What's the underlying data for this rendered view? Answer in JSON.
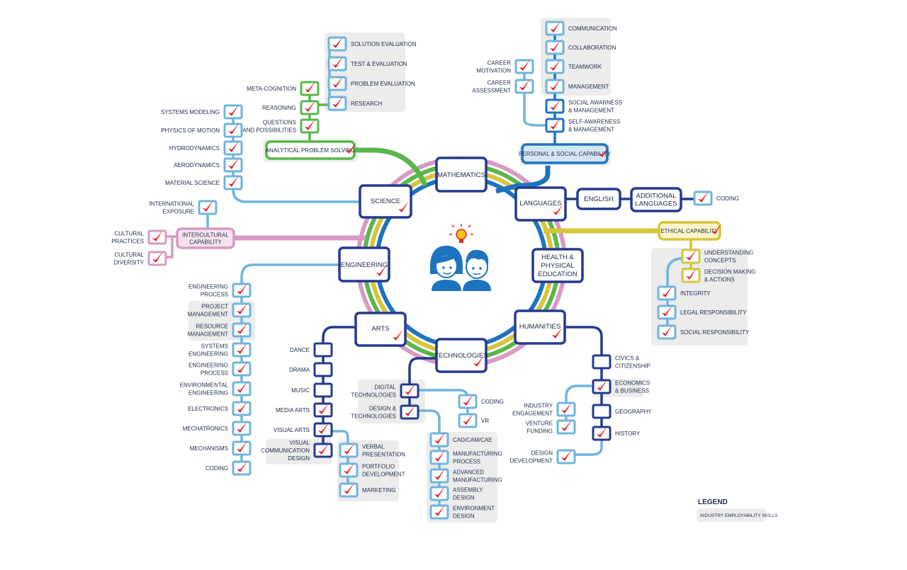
{
  "hubs": {
    "mathematics": "MATHEMATICS",
    "science": "SCIENCE",
    "languages": "LANGUAGES",
    "engineering": "ENGINEERING",
    "health": [
      "HEALTH &",
      "PHYSICAL",
      "EDUCATION"
    ],
    "arts": "ARTS",
    "humanities": "HUMANITIES",
    "technologies": "TECHNOLOGIES"
  },
  "categories": {
    "analytical": "ANALYTICAL PROBLEM SOLVING",
    "personal": "PERSONAL & SOCIAL CAPABILITY",
    "ethical": "ETHICAL CAPABILITY",
    "intercultural": [
      "INTERCULTURAL",
      "CAPABILITY"
    ],
    "english": "ENGLISH",
    "additional": [
      "ADDITIONAL",
      "LANGUAGES"
    ]
  },
  "items": {
    "solution_evaluation": [
      "SOLUTION EVALUATION"
    ],
    "test_evaluation": [
      "TEST & EVALUATION"
    ],
    "problem_evaluation": [
      "PROBLEM EVALUATION"
    ],
    "research": [
      "RESEARCH"
    ],
    "meta_cognition": [
      "META-COGNITION"
    ],
    "reasoning": [
      "REASONING"
    ],
    "questions": [
      "QUESTIONS",
      "AND POSSIBILITIES"
    ],
    "systems_modeling": [
      "SYSTEMS MODELING"
    ],
    "physics_of_motion": [
      "PHYSICS OF MOTION"
    ],
    "hydrodynamics": [
      "HYDRODYNAMICS"
    ],
    "aerodynamics": [
      "AERODYNAMICS"
    ],
    "material_science": [
      "MATERIAL SCIENCE"
    ],
    "communication": [
      "COMMUNICATION"
    ],
    "collaboration": [
      "COLLABORATION"
    ],
    "teamwork": [
      "TEAMWORK"
    ],
    "management": [
      "MANAGEMENT"
    ],
    "social_awareness": [
      "SOCIAL AWARNESS",
      "& MANAGEMENT"
    ],
    "self_awareness": [
      "SELF-AWARENESS",
      "& MANAGEMENT"
    ],
    "career_motivation": [
      "CAREER",
      "MOTIVATION"
    ],
    "career_assessment": [
      "CAREER",
      "ASSESSMENT"
    ],
    "coding_lang": [
      "CODING"
    ],
    "international_exposure": [
      "INTERNATIONAL",
      "EXPOSURE"
    ],
    "cultural_practices": [
      "CULTURAL",
      "PRACTICES"
    ],
    "cultural_diversity": [
      "CULTURAL",
      "DIVERSITY"
    ],
    "understanding_concepts": [
      "UNDERSTANDING",
      "CONCEPTS"
    ],
    "decision_making": [
      "DECISION MAKING",
      "& ACTIONS"
    ],
    "integrity": [
      "INTEGRITY"
    ],
    "legal_responsibility": [
      "LEGAL RESPONSIBILITY"
    ],
    "social_responsibility": [
      "SOCIAL RESPONSIBILITY"
    ],
    "eng_process1": [
      "ENGINEERING",
      "PROCESS"
    ],
    "project_management": [
      "PROJECT",
      "MANAGEMENT"
    ],
    "resource_management": [
      "RESOURCE",
      "MANAGEMENT"
    ],
    "systems_engineering": [
      "SYSTEMS",
      "ENGINEERING"
    ],
    "eng_process2": [
      "ENGINEERING",
      "PROCESS"
    ],
    "environmental_engineering": [
      "ENVIRONMENTAL",
      "ENGINEERING"
    ],
    "electronics": [
      "ELECTRONICS"
    ],
    "mechatronics": [
      "MECHATRONICS"
    ],
    "mechanisms": [
      "MECHANISMS"
    ],
    "coding_eng": [
      "CODING"
    ],
    "dance": [
      "DANCE"
    ],
    "drama": [
      "DRAMA"
    ],
    "music": [
      "MUSIC"
    ],
    "media_arts": [
      "MEDIA ARTS"
    ],
    "visual_arts": [
      "VISUAL ARTS"
    ],
    "visual_communication": [
      "VISUAL",
      "COMMUNICATION",
      "DESIGN"
    ],
    "verbal_presentation": [
      "VERBAL",
      "PRESENTATION"
    ],
    "portfolio_development": [
      "PORTFOLIO",
      "DEVELOPMENT"
    ],
    "marketing": [
      "MARKETING"
    ],
    "digital_technologies": [
      "DIGITAL",
      "TECHNOLOGIES"
    ],
    "design_technologies": [
      "DESIGN &",
      "TECHNOLOGIES"
    ],
    "coding_tech": [
      "CODING"
    ],
    "vr": [
      "VR"
    ],
    "cad": [
      "CAD/CAM/CAE"
    ],
    "manufacturing_process": [
      "MANUFACTURING",
      "PROCESS"
    ],
    "advanced_manufacturing": [
      "ADVANCED",
      "MANUFACTURING"
    ],
    "assembly_design": [
      "ASSEMBLY",
      "DESIGN"
    ],
    "environment_design": [
      "ENVIRONMENT",
      "DESIGN"
    ],
    "civics": [
      "CIVICS &",
      "CITIZENSHIP"
    ],
    "economics": [
      "ECONOMICS",
      "& BUSINESS"
    ],
    "geography": [
      "GEOGRAPHY"
    ],
    "history": [
      "HISTORY"
    ],
    "industry_engagement": [
      "INDUSTRY",
      "ENGAGEMENT"
    ],
    "venture_funding": [
      "VENTURE",
      "FUNDING"
    ],
    "design_development": [
      "DESIGN",
      "DEVELOPMENT"
    ]
  },
  "legend": {
    "title": "LEGEND",
    "item": "INDUSTRY EMPLOYABILITY SKILLS"
  },
  "colors": {
    "navy": "#243a8c",
    "blue": "#1e73be",
    "lightblue": "#6fb4dd",
    "green": "#5ab64a",
    "yellow": "#d4c53a",
    "pink": "#d79ac4",
    "check": "#e0262d",
    "gray": "#ececec"
  }
}
